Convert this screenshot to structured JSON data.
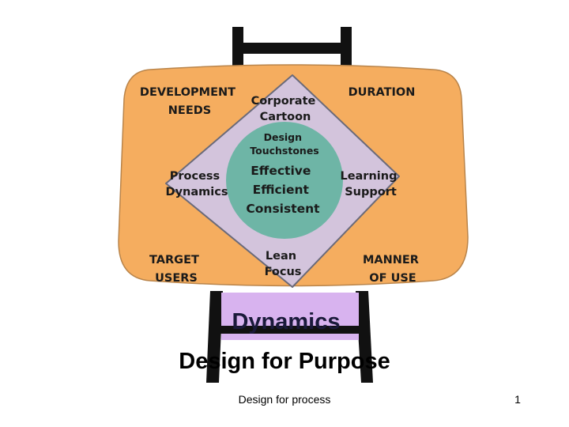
{
  "diagram": {
    "corners": {
      "top_left": [
        "DEVELOPMENT",
        "NEEDS"
      ],
      "top_right": [
        "DURATION"
      ],
      "bottom_left": [
        "TARGET",
        "USERS"
      ],
      "bottom_right": [
        "MANNER",
        "OF USE"
      ]
    },
    "diamond": {
      "top": [
        "Corporate",
        "Cartoon"
      ],
      "left": [
        "Process",
        "Dynamics"
      ],
      "right": [
        "Learning",
        "Support"
      ],
      "bottom": [
        "Lean",
        "Focus"
      ]
    },
    "center": {
      "heading": [
        "Design",
        "Touchstones"
      ],
      "values": [
        "Effective",
        "Efficient",
        "Consistent"
      ]
    },
    "easel_label": "Dynamics",
    "colors": {
      "board": "#f5ad5f",
      "diamond": "#d3c4dc",
      "circle": "#6eb5a6",
      "easel": "#111111",
      "easel_panel": "#d8b3ef"
    }
  },
  "slide": {
    "title": "Design for Purpose",
    "footer_text": "Design for process",
    "page_number": "1"
  }
}
